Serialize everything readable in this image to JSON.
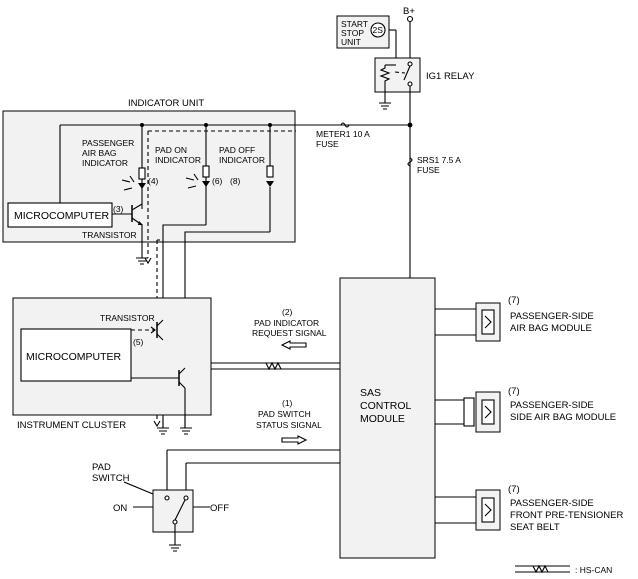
{
  "power": {
    "bplus": "B+"
  },
  "start_stop": {
    "line1": "START",
    "line2": "STOP",
    "line3": "UNIT",
    "badge": "2S"
  },
  "ig1_relay": {
    "label": "IG1 RELAY"
  },
  "fuses": {
    "meter": {
      "line1": "METER1 10 A",
      "line2": "FUSE"
    },
    "srs": {
      "line1": "SRS1 7.5 A",
      "line2": "FUSE"
    }
  },
  "indicator_unit": {
    "title": "INDICATOR UNIT",
    "passenger_airbag": {
      "line1": "PASSENGER",
      "line2": "AIR BAG",
      "line3": "INDICATOR",
      "num": "(4)"
    },
    "pad_on": {
      "line1": "PAD ON",
      "line2": "INDICATOR",
      "num": "(6)"
    },
    "pad_off": {
      "line1": "PAD OFF",
      "line2": "INDICATOR",
      "num": "(8)"
    },
    "microcomputer": "MICROCOMPUTER",
    "num3": "(3)",
    "transistor": "TRANSISTOR"
  },
  "instrument_cluster": {
    "title": "INSTRUMENT CLUSTER",
    "microcomputer": "MICROCOMPUTER",
    "transistor": "TRANSISTOR",
    "num5": "(5)"
  },
  "signals": {
    "pad_request": {
      "num": "(2)",
      "line1": "PAD INDICATOR",
      "line2": "REQUEST  SIGNAL"
    },
    "pad_switch_status": {
      "num": "(1)",
      "line1": "PAD SWITCH",
      "line2": "STATUS SIGNAL"
    }
  },
  "sas": {
    "line1": "SAS",
    "line2": "CONTROL",
    "line3": "MODULE"
  },
  "modules": [
    {
      "num": "(7)",
      "line1": "PASSENGER-SIDE",
      "line2": "AIR BAG MODULE",
      "line3": ""
    },
    {
      "num": "(7)",
      "line1": "PASSENGER-SIDE",
      "line2": "SIDE AIR BAG MODULE",
      "line3": ""
    },
    {
      "num": "(7)",
      "line1": "PASSENGER-SIDE",
      "line2": "FRONT PRE-TENSIONER",
      "line3": "SEAT BELT"
    }
  ],
  "pad_switch": {
    "line1": "PAD",
    "line2": "SWITCH",
    "on": "ON",
    "off": "OFF"
  },
  "legend": {
    "label": ": HS-CAN"
  }
}
